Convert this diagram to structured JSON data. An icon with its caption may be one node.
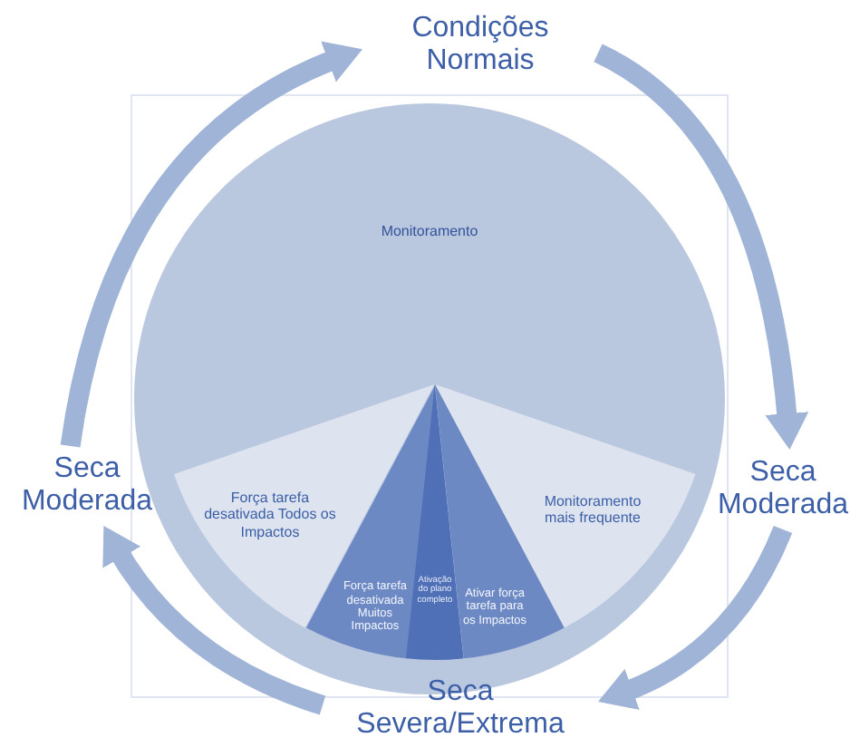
{
  "diagram": {
    "nodes": [
      {
        "text": [
          "Condições Normais"
        ]
      },
      {
        "text": [
          "Monitoramento"
        ]
      },
      {
        "text": [
          "Seca Moderada"
        ]
      },
      {
        "text": [
          "Força tarefa desativada Todos os Impactos"
        ],
        "in": 1
      },
      {
        "text": [
          "Monitoramento mais frequente"
        ],
        "in": 1
      },
      {
        "text": [
          "Seca Moderada"
        ]
      },
      {
        "text": [
          "Força tarefa desativada Muitos Impactos"
        ],
        "in": 1
      },
      {
        "text": [
          "Ativação do plano completo"
        ],
        "in": 1
      },
      {
        "text": [
          "Ativar força tarefa para os Impactos"
        ],
        "in": 1
      },
      {
        "text": [
          "Seca Severa/Extrema"
        ]
      }
    ],
    "edges": [
      {
        "from": 0,
        "to": 5,
        "arrow": "to"
      },
      {
        "from": 5,
        "to": 9,
        "arrow": "to"
      },
      {
        "from": 9,
        "to": 2,
        "arrow": "to"
      },
      {
        "from": 2,
        "to": 0,
        "arrow": "to"
      }
    ]
  }
}
